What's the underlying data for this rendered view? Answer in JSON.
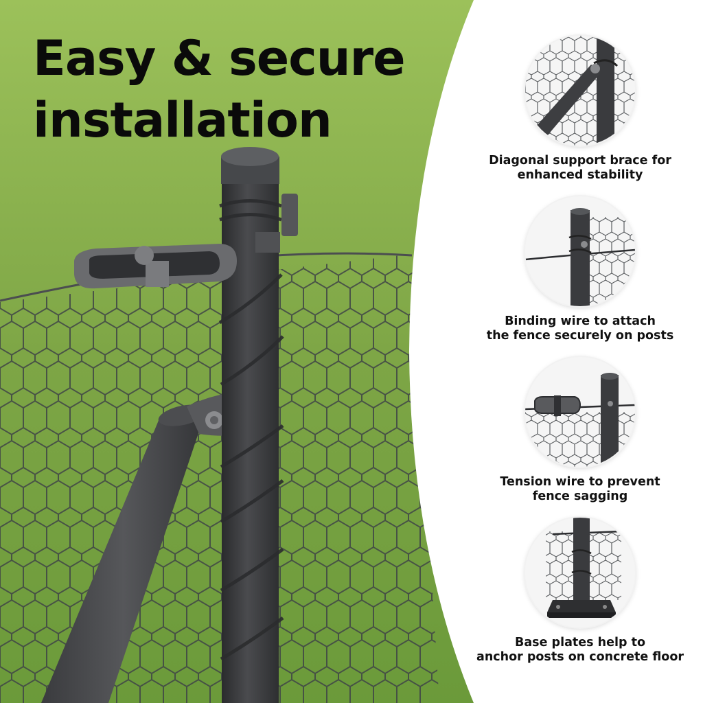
{
  "headline": {
    "line1": "Easy & secure",
    "line2": "installation"
  },
  "features": [
    {
      "icon": "diagonal-brace-icon",
      "line1": "Diagonal support brace for",
      "line2": "enhanced stability"
    },
    {
      "icon": "binding-wire-icon",
      "line1": "Binding wire to attach",
      "line2": "the fence securely on posts"
    },
    {
      "icon": "tension-wire-icon",
      "line1": "Tension wire to prevent",
      "line2": "fence sagging"
    },
    {
      "icon": "base-plate-icon",
      "line1": "Base plates help to",
      "line2": "anchor posts on concrete floor"
    }
  ],
  "colors": {
    "grass": "#7fa846",
    "post": "#3e3f41",
    "mesh": "#4a4d50",
    "panel": "#ffffff",
    "text": "#0a0a0a"
  }
}
